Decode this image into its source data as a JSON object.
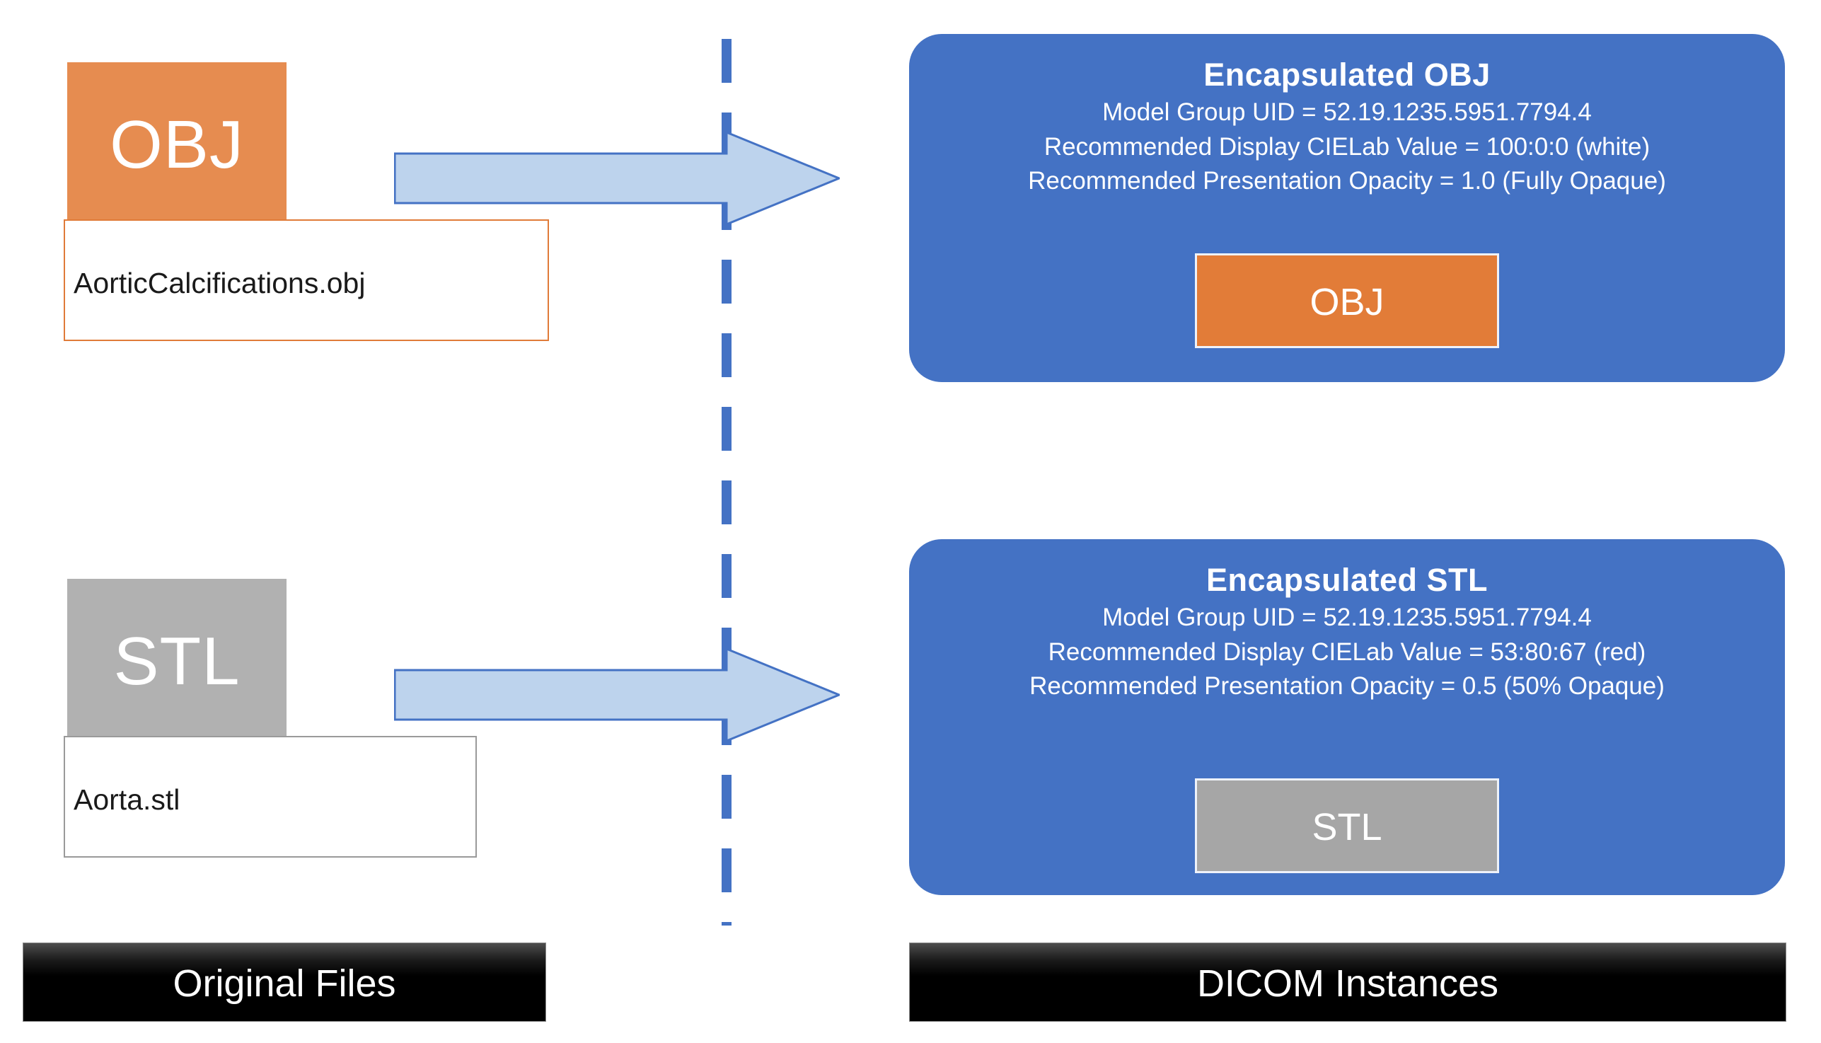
{
  "divider": {
    "name": "vertical-dashed-separator",
    "color": "#4472C4"
  },
  "left_column": {
    "label_bar": "Original Files",
    "items": [
      {
        "type_glyph": "OBJ",
        "square_color": "#E27C38",
        "filename": "AorticCalcifications.obj",
        "border_color": "#E07B39"
      },
      {
        "type_glyph": "STL",
        "square_color": "#A6A6A6",
        "filename": "Aorta.stl",
        "border_color": "#9A9A9A"
      }
    ]
  },
  "arrows": [
    {
      "name": "obj-conversion-arrow",
      "fill": "#BDD3ED",
      "stroke": "#4472C4"
    },
    {
      "name": "stl-conversion-arrow",
      "fill": "#BDD3ED",
      "stroke": "#4472C4"
    }
  ],
  "right_column": {
    "label_bar": "DICOM Instances",
    "panel_color": "#4472C4",
    "panels": [
      {
        "title": "Encapsulated  OBJ",
        "lines": [
          "Model Group UID = 52.19.1235.5951.7794.4",
          "Recommended Display CIELab Value = 100:0:0  (white)",
          "Recommended Presentation Opacity = 1.0 (Fully Opaque)"
        ],
        "badge_glyph": "OBJ",
        "badge_color": "#E27C38"
      },
      {
        "title": "Encapsulated  STL",
        "lines": [
          "Model Group UID = 52.19.1235.5951.7794.4",
          "Recommended Display CIELab Value = 53:80:67  (red)",
          "Recommended Presentation Opacity = 0.5 (50% Opaque)"
        ],
        "badge_glyph": "STL",
        "badge_color": "#A6A6A6"
      }
    ]
  }
}
